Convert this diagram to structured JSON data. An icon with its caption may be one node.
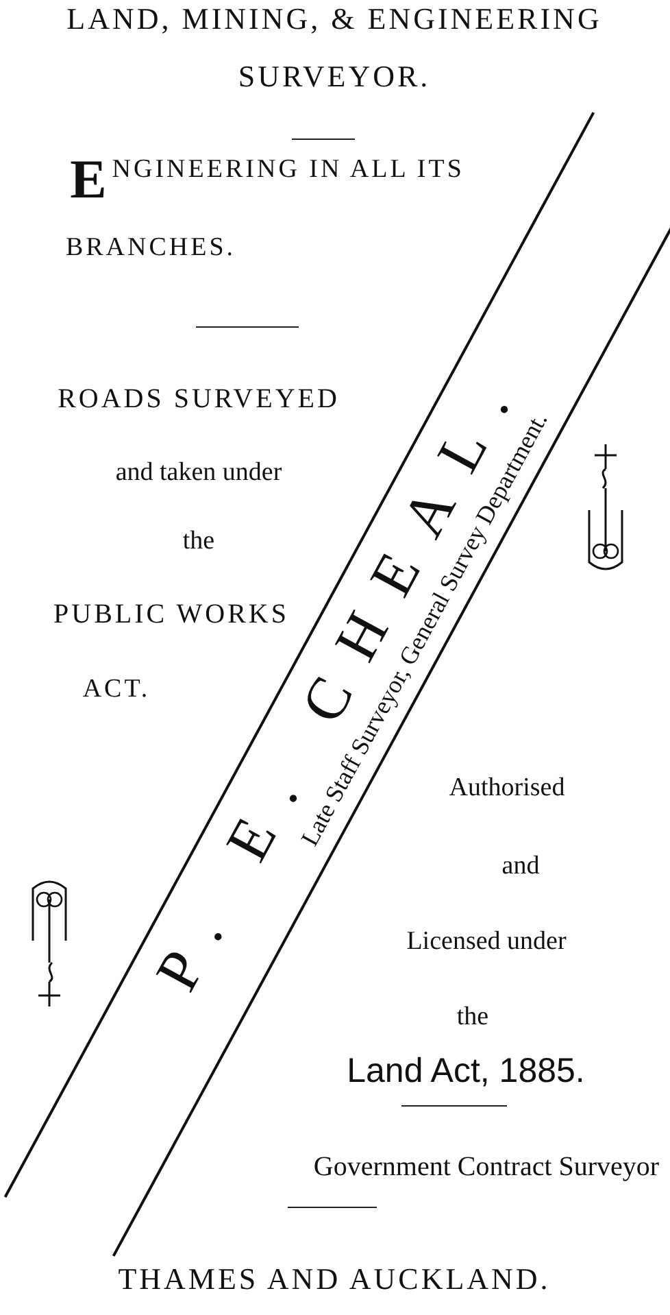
{
  "diagram": {
    "nodes": [
      {
        "text": [
          "P. E. CHEAL.",
          "Late Staff Surveyor, General Survey Department."
        ]
      }
    ],
    "labels": [
      "LAND, MINING, & ENGINEERING",
      "SURVEYOR.",
      "ENGINEERING IN ALL ITS",
      "BRANCHES.",
      "ROADS SURVEYED",
      "and taken under",
      "the",
      "PUBLIC WORKS",
      "ACT.",
      "Authorised",
      "and",
      "Licensed under",
      "the",
      "Land Act, 1885.",
      "Government Contract Surveyor",
      "THAMES AND AUCKLAND."
    ]
  }
}
